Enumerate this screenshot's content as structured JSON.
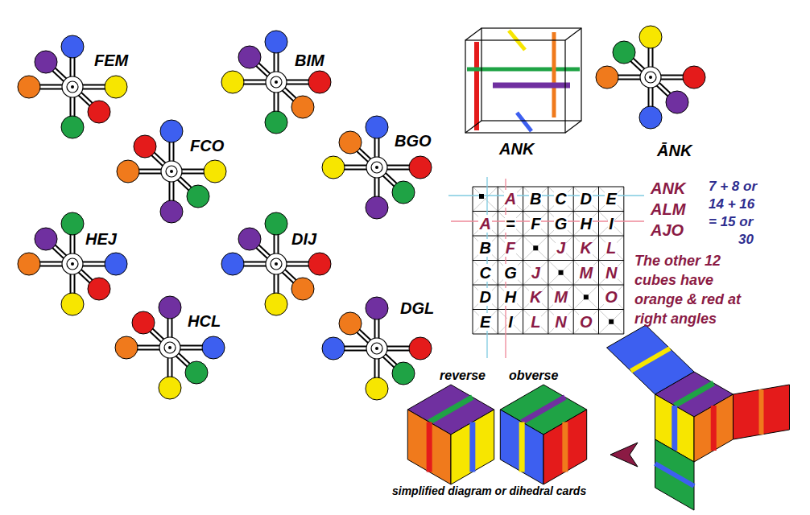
{
  "diagram": {
    "labels": [
      "FEM",
      "BIM",
      "FCO",
      "BGO",
      "HEJ",
      "DIJ",
      "HCL",
      "DGL",
      "ANK",
      "ĀNK",
      "A",
      "B",
      "C",
      "D",
      "E",
      "A",
      "=",
      "F",
      "G",
      "H",
      "I",
      "B",
      "F",
      "J",
      "K",
      "L",
      "C",
      "G",
      "J",
      "M",
      "N",
      "D",
      "H",
      "K",
      "M",
      "O",
      "E",
      "I",
      "L",
      "N",
      "O",
      "ANK",
      "ALM",
      "AJO",
      "7 + 8 or",
      "14 + 16",
      "= 15 or",
      "30",
      "The other 12 cubes have orange & red at right angles",
      "reverse",
      "obverse",
      "simplified diagram or dihedral cards"
    ]
  }
}
